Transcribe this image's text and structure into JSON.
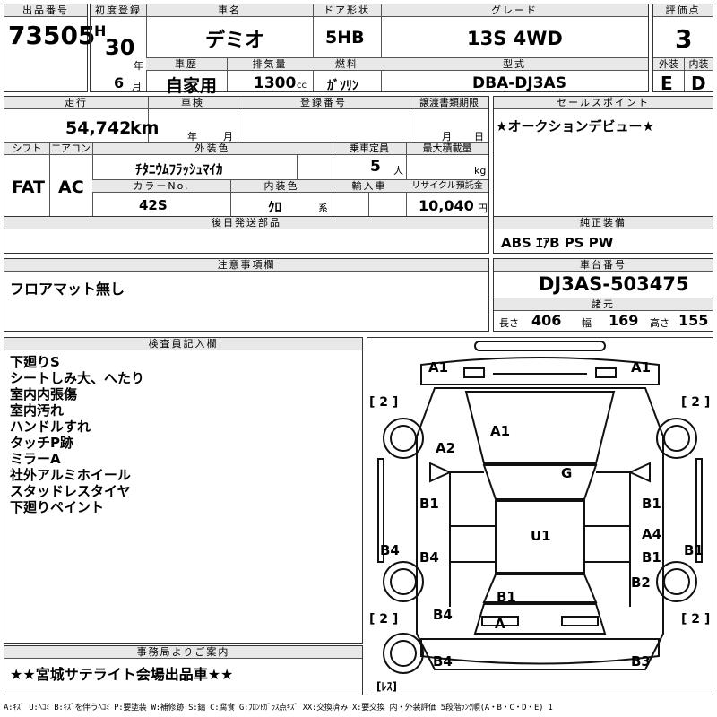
{
  "headers": {
    "lot_no": "出品番号",
    "first_reg": "初度登録",
    "car_name": "車名",
    "door": "ドア形状",
    "grade": "グレード",
    "score": "評価点",
    "history": "車歴",
    "displacement": "排気量",
    "fuel": "燃料",
    "model_type": "型式",
    "exterior": "外装",
    "interior": "内装",
    "mileage": "走行",
    "inspection": "車検",
    "reg_no": "登録番号",
    "transfer_deadline": "譲渡書類期限",
    "sales_point": "セールスポイント",
    "shift": "シフト",
    "aircon": "エアコン",
    "ext_color": "外装色",
    "capacity": "乗車定員",
    "max_load": "最大積載量",
    "color_no": "カラーNo.",
    "int_color": "内装色",
    "import": "輸入車",
    "recycle": "リサイクル預託金",
    "later_parts": "後日発送部品",
    "genuine_equip": "純正装備",
    "caution": "注意事項欄",
    "chassis_no": "車台番号",
    "specs": "諸元",
    "inspector": "検査員記入欄",
    "office_notice": "事務局よりご案内"
  },
  "lot_no": "73505",
  "era": "H",
  "year": "30",
  "year_unit": "年",
  "month": "6",
  "month_unit": "月",
  "car_name": "デミオ",
  "door": "5HB",
  "grade": "13S 4WD",
  "score": "3",
  "history": "自家用",
  "displacement": "1300",
  "displacement_unit": "cc",
  "fuel": "ｶﾞｿﾘﾝ",
  "model_type": "DBA-DJ3AS",
  "exterior_grade": "E",
  "interior_grade": "D",
  "mileage": "54,742",
  "mileage_unit": "km",
  "inspection_year_unit": "年",
  "inspection_month_unit": "月",
  "transfer_month_unit": "月",
  "transfer_day_unit": "日",
  "sales_point": "★オークションデビュー★",
  "shift": "FAT",
  "aircon": "AC",
  "ext_color": "ﾁﾀﾆｳﾑﾌﾗｯｼｭﾏｲｶ",
  "capacity": "5",
  "capacity_unit": "人",
  "load_unit": "kg",
  "color_no": "42S",
  "int_color": "ｸﾛ",
  "int_color_unit": "系",
  "recycle": "10,040",
  "recycle_unit": "円",
  "genuine_equip": "ABS ｴｱB PS PW",
  "caution": "フロアマット無し",
  "chassis_no": "DJ3AS-503475",
  "specs": {
    "length_label": "長さ",
    "length": "406",
    "width_label": "幅",
    "width": "169",
    "height_label": "高さ",
    "height": "155"
  },
  "inspector_notes": [
    "下廻りS",
    "シートしみ大、へたり",
    "室内内張傷",
    "室内汚れ",
    "ハンドルすれ",
    "タッチP跡",
    "ミラーA",
    "社外アルミホイール",
    "スタッドレスタイヤ",
    "下廻りペイント"
  ],
  "diagram_marks": {
    "front_left": "A1",
    "front_right": "A1",
    "tire_bracket": "[ 2 ]",
    "hood": "A1",
    "fender_left": "A2",
    "windshield": "G",
    "door_left_front": "B1",
    "door_right_front": "B1",
    "roof": "U1",
    "door_right_mid": "A4",
    "door_right_rear": "B1",
    "sill_left": "B4",
    "sill_left_inner": "B4",
    "sill_right": "B1",
    "qtr_right": "B2",
    "trunk": "B1",
    "qtr_left": "B4",
    "rear_center": "A",
    "rear_left": "B4",
    "rear_right": "B3",
    "spare": "[ﾚｽ]"
  },
  "office_notice": "★★宮城サテライト会場出品車★★",
  "legend": "A:ｷｽﾞ U:ﾍｺﾐ B:ｷｽﾞを伴うﾍｺﾐ P:要塗装 W:補修跡 S:錆 C:腐食 G:ﾌﾛﾝﾄｶﾞﾗｽ点ｷｽﾞ XX:交換済み X:要交換  内・外装評価  5段階ﾗﾝｸ順(A・B・C・D・E) 1"
}
